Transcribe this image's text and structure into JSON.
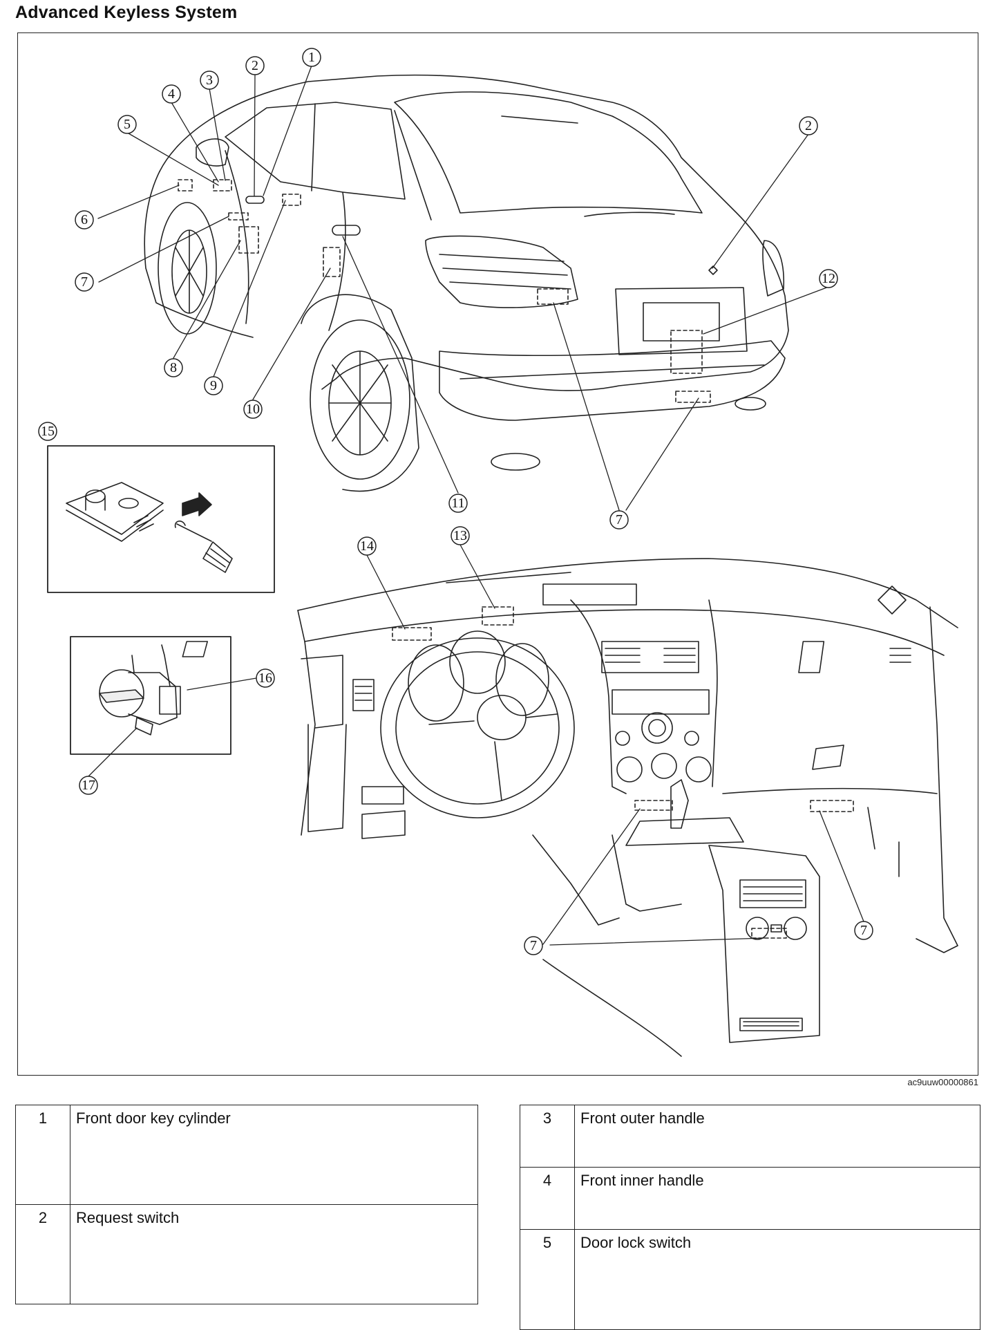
{
  "title": "Advanced Keyless System",
  "figure_id": "ac9uuw00000861",
  "callouts": [
    "1",
    "2",
    "3",
    "4",
    "5",
    "6",
    "7",
    "8",
    "9",
    "10",
    "11",
    "12",
    "13",
    "14",
    "15",
    "16",
    "17"
  ],
  "legend_left": [
    {
      "num": "1",
      "label": "Front door key cylinder"
    },
    {
      "num": "2",
      "label": "Request switch"
    }
  ],
  "legend_right": [
    {
      "num": "3",
      "label": "Front outer handle"
    },
    {
      "num": "4",
      "label": "Front inner handle"
    },
    {
      "num": "5",
      "label": "Door lock switch"
    }
  ]
}
